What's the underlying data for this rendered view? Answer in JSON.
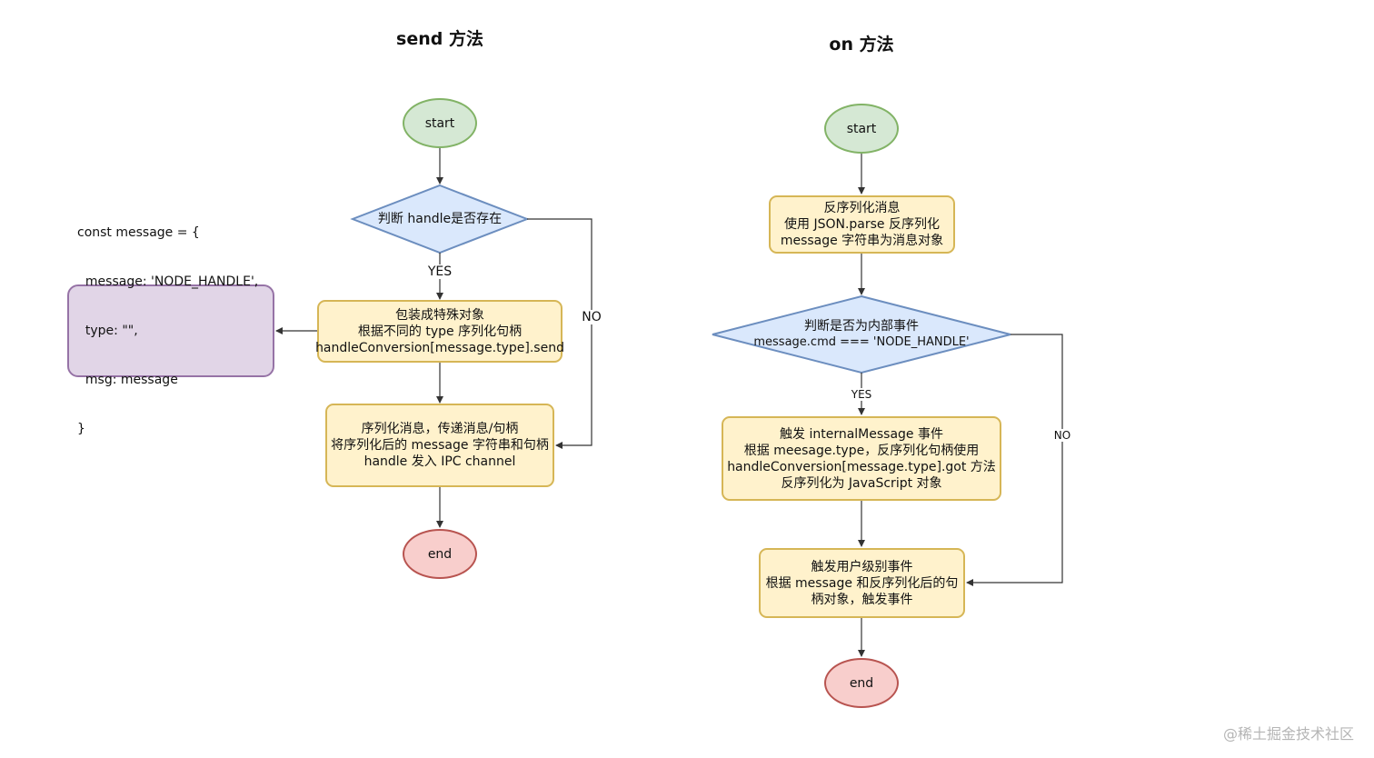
{
  "left": {
    "title": "send 方法",
    "start": "start",
    "decision": "判断 handle是否存在",
    "yes_label": "YES",
    "no_label": "NO",
    "wrap": [
      "包装成特殊对象",
      "根据不同的 type 序列化句柄",
      "handleConversion[message.type].send"
    ],
    "code": [
      "const message = {",
      "  message: 'NODE_HANDLE',",
      "  type: \"\",",
      "  msg: message",
      "}"
    ],
    "serialize": [
      "序列化消息，传递消息/句柄",
      "将序列化后的 message 字符串和句柄",
      "handle 发入 IPC channel"
    ],
    "end": "end"
  },
  "right": {
    "title": "on 方法",
    "start": "start",
    "deserialize": [
      "反序列化消息",
      "使用 JSON.parse 反序列化",
      "message 字符串为消息对象"
    ],
    "decision": [
      "判断是否为内部事件",
      "message.cmd === 'NODE_HANDLE'"
    ],
    "yes_label": "YES",
    "no_label": "NO",
    "internal": [
      "触发 internalMessage 事件",
      "根据 meesage.type，反序列化句柄使用",
      "handleConversion[message.type].got 方法",
      "反序列化为 JavaScript 对象"
    ],
    "user": [
      "触发用户级别事件",
      "根据 message 和反序列化后的句",
      "柄对象，触发事件"
    ],
    "end": "end"
  },
  "watermark": "@稀土掘金技术社区",
  "colors": {
    "start_fill": "#d5e8d4",
    "start_stroke": "#82b366",
    "end_fill": "#f8cecc",
    "end_stroke": "#b85450",
    "process_fill": "#fff2cc",
    "process_stroke": "#d6b656",
    "decision_fill": "#dae8fc",
    "decision_stroke": "#6c8ebf",
    "code_fill": "#e1d5e7",
    "code_stroke": "#9673a6",
    "edge": "#333333"
  }
}
